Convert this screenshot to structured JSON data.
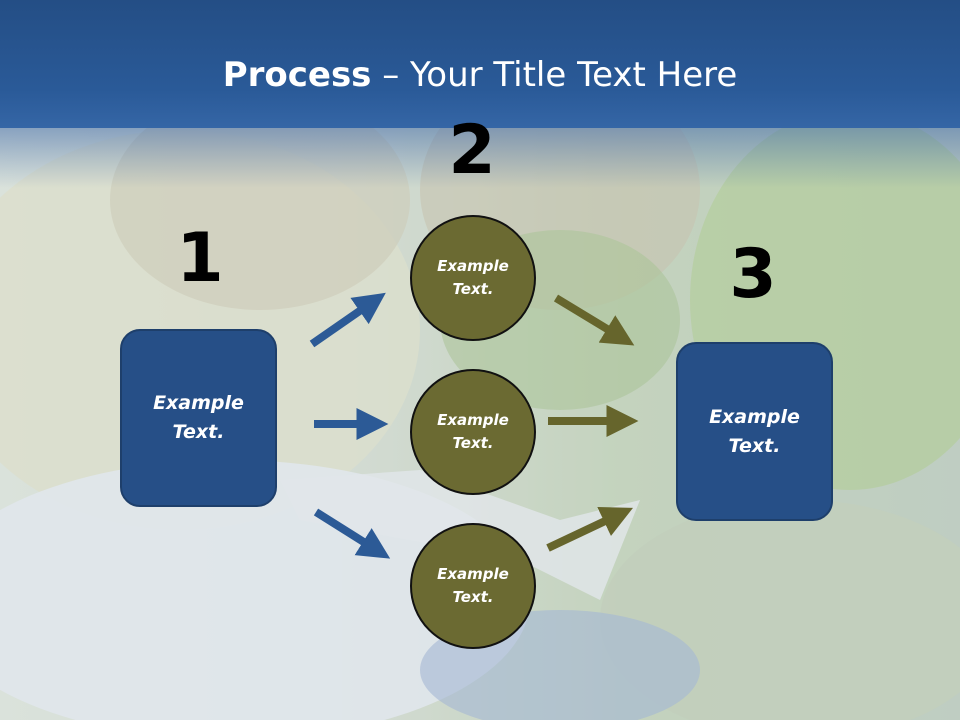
{
  "title": {
    "bold": "Process",
    "rest": " – Your Title Text Here"
  },
  "steps": {
    "one": "1",
    "two": "2",
    "three": "3"
  },
  "left_box": {
    "text": "Example\nText."
  },
  "right_box": {
    "text": "Example\nText."
  },
  "circles": [
    {
      "text": "Example\nText."
    },
    {
      "text": "Example\nText."
    },
    {
      "text": "Example\nText."
    }
  ],
  "colors": {
    "title_bar": "#2a5a98",
    "box_fill": "#264f87",
    "circle_fill": "#6b6a32",
    "blue_arrow": "#2c5a96",
    "olive_arrow": "#66652c"
  },
  "background_image": "photo-two-girls-reading-book"
}
